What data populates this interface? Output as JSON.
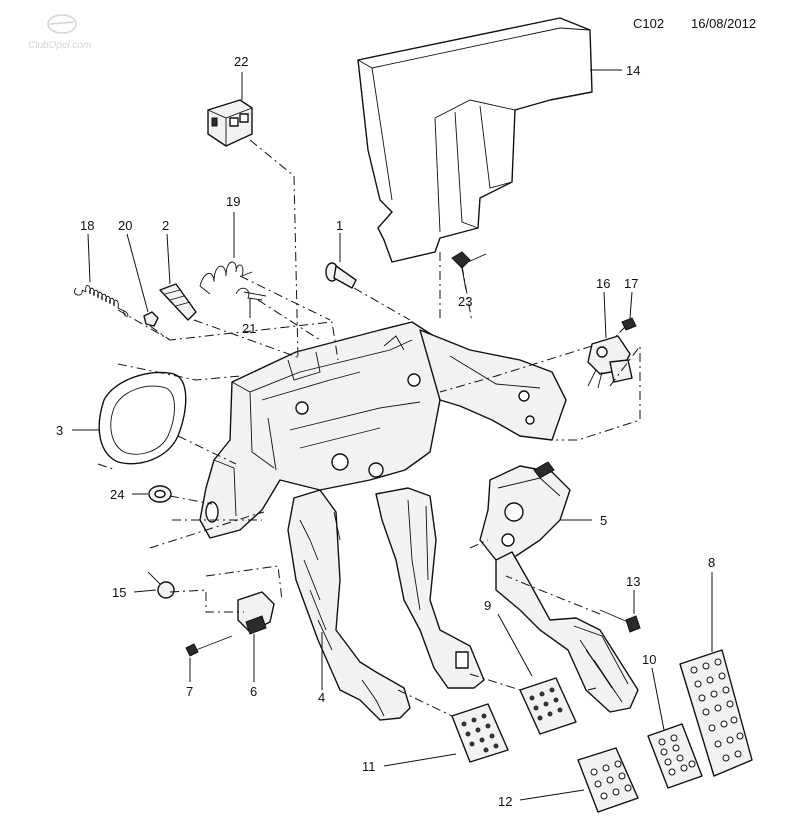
{
  "header": {
    "code": "C102",
    "date": "16/08/2012",
    "watermark": "ClubOpel.com"
  },
  "callouts": {
    "c1": "1",
    "c2": "2",
    "c3": "3",
    "c4": "4",
    "c5": "5",
    "c6": "6",
    "c7": "7",
    "c8": "8",
    "c9": "9",
    "c10": "10",
    "c11": "11",
    "c12": "12",
    "c13": "13",
    "c14": "14",
    "c15": "15",
    "c16": "16",
    "c17": "17",
    "c18": "18",
    "c19": "19",
    "c20": "20",
    "c21": "21",
    "c22": "22",
    "c23": "23",
    "c24": "24"
  },
  "colors": {
    "line": "#111111",
    "part_fill": "#f2f2f2",
    "background": "#ffffff"
  }
}
